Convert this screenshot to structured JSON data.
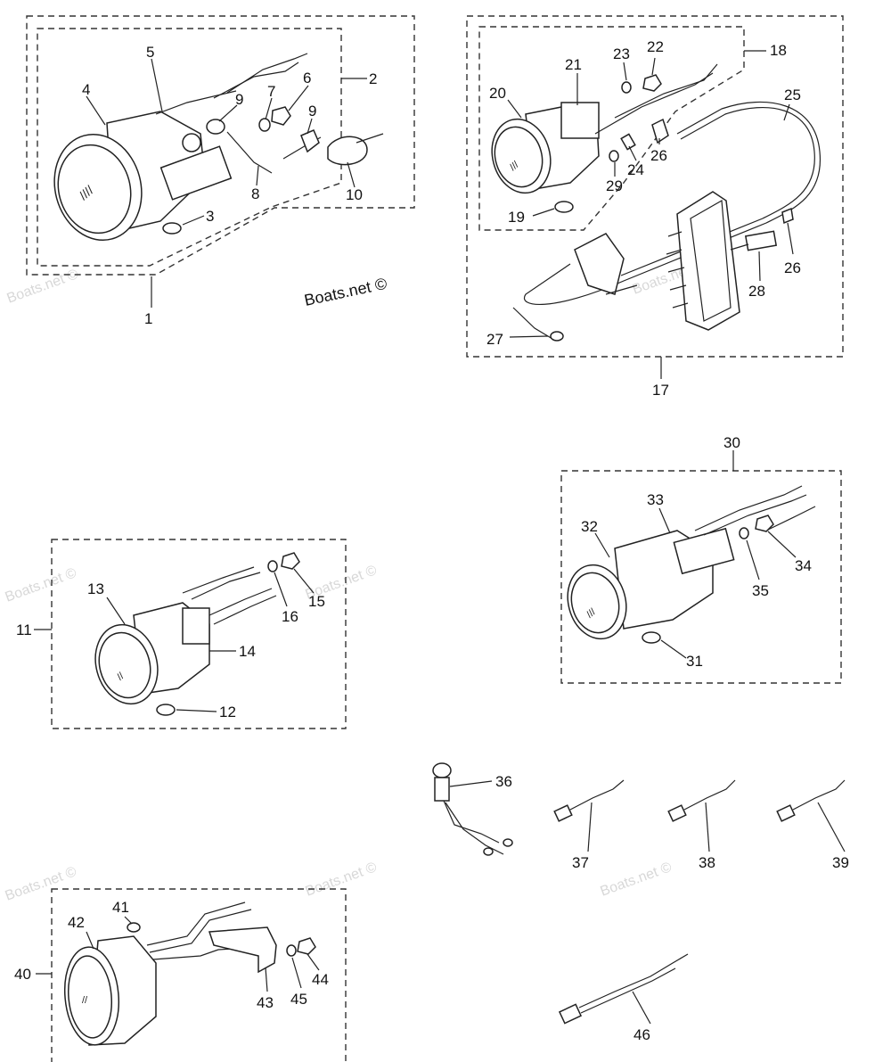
{
  "watermark": "Boats.net ©",
  "brand_label": "Boats.net ©",
  "callouts": {
    "c1": "1",
    "c2": "2",
    "c3": "3",
    "c4": "4",
    "c5": "5",
    "c6": "6",
    "c7": "7",
    "c8": "8",
    "c9a": "9",
    "c9b": "9",
    "c10": "10",
    "c11": "11",
    "c12": "12",
    "c13": "13",
    "c14": "14",
    "c15": "15",
    "c16": "16",
    "c17": "17",
    "c18": "18",
    "c19": "19",
    "c20": "20",
    "c21": "21",
    "c22": "22",
    "c23": "23",
    "c24": "24",
    "c25": "25",
    "c26a": "26",
    "c26b": "26",
    "c27": "27",
    "c28": "28",
    "c29": "29",
    "c30": "30",
    "c31": "31",
    "c32": "32",
    "c33": "33",
    "c34": "34",
    "c35": "35",
    "c36": "36",
    "c37": "37",
    "c38": "38",
    "c39": "39",
    "c40": "40",
    "c41": "41",
    "c42": "42",
    "c43": "43",
    "c44": "44",
    "c45": "45",
    "c46": "46"
  }
}
